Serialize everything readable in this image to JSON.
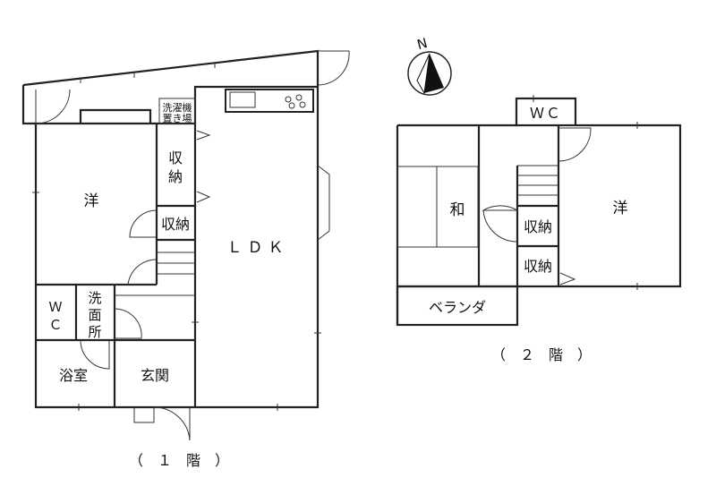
{
  "floor1": {
    "caption": "（　１　階　）",
    "rooms": {
      "western": "洋",
      "washer_line1": "洗濯機",
      "washer_line2": "置き場",
      "storage_a_line1": "収",
      "storage_a_line2": "納",
      "storage_b": "収納",
      "ldk": "ＬＤＫ",
      "wc_line1": "Ｗ",
      "wc_line2": "Ｃ",
      "washroom_line1": "洗",
      "washroom_line2": "面",
      "washroom_line3": "所",
      "bath": "浴室",
      "entrance": "玄関"
    }
  },
  "floor2": {
    "caption": "（　２　階　）",
    "rooms": {
      "wc": "ＷＣ",
      "japanese": "和",
      "western": "洋",
      "storage_a": "収納",
      "storage_b": "収納",
      "veranda": "ベランダ"
    }
  },
  "compass": {
    "label": "N"
  }
}
